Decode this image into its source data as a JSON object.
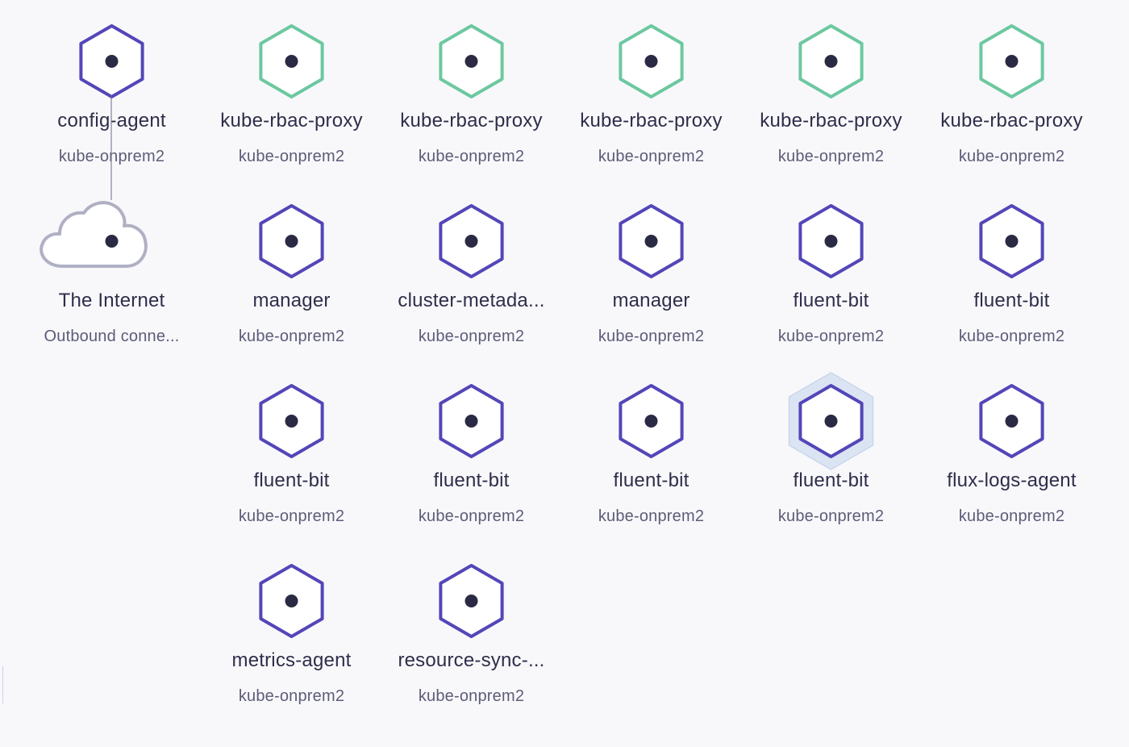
{
  "colors": {
    "purple": "#5346b8",
    "green": "#6cc8a0",
    "cloud": "#b0b0c4",
    "dot": "#2a2a44",
    "highlight": "#dbe4f2",
    "edge": "#6a6a88"
  },
  "nodes": [
    {
      "name": "config-agent",
      "namespace": "kube-onprem2",
      "shape": "hex",
      "color": "purple",
      "icon": "hexagon-icon"
    },
    {
      "name": "kube-rbac-proxy",
      "namespace": "kube-onprem2",
      "shape": "hex",
      "color": "green",
      "icon": "hexagon-icon"
    },
    {
      "name": "kube-rbac-proxy",
      "namespace": "kube-onprem2",
      "shape": "hex",
      "color": "green",
      "icon": "hexagon-icon"
    },
    {
      "name": "kube-rbac-proxy",
      "namespace": "kube-onprem2",
      "shape": "hex",
      "color": "green",
      "icon": "hexagon-icon"
    },
    {
      "name": "kube-rbac-proxy",
      "namespace": "kube-onprem2",
      "shape": "hex",
      "color": "green",
      "icon": "hexagon-icon"
    },
    {
      "name": "kube-rbac-proxy",
      "namespace": "kube-onprem2",
      "shape": "hex",
      "color": "green",
      "icon": "hexagon-icon"
    },
    {
      "name": "The Internet",
      "namespace": "Outbound conne...",
      "shape": "cloud",
      "color": "cloud",
      "icon": "cloud-icon"
    },
    {
      "name": "manager",
      "namespace": "kube-onprem2",
      "shape": "hex",
      "color": "purple",
      "icon": "hexagon-icon"
    },
    {
      "name": "cluster-metada...",
      "namespace": "kube-onprem2",
      "shape": "hex",
      "color": "purple",
      "icon": "hexagon-icon"
    },
    {
      "name": "manager",
      "namespace": "kube-onprem2",
      "shape": "hex",
      "color": "purple",
      "icon": "hexagon-icon"
    },
    {
      "name": "fluent-bit",
      "namespace": "kube-onprem2",
      "shape": "hex",
      "color": "purple",
      "icon": "hexagon-icon"
    },
    {
      "name": "fluent-bit",
      "namespace": "kube-onprem2",
      "shape": "hex",
      "color": "purple",
      "icon": "hexagon-icon"
    },
    {
      "name": "fluent-bit",
      "namespace": "kube-onprem2",
      "shape": "hex",
      "color": "purple",
      "icon": "hexagon-icon"
    },
    {
      "name": "fluent-bit",
      "namespace": "kube-onprem2",
      "shape": "hex",
      "color": "purple",
      "icon": "hexagon-icon"
    },
    {
      "name": "fluent-bit",
      "namespace": "kube-onprem2",
      "shape": "hex",
      "color": "purple",
      "icon": "hexagon-icon"
    },
    {
      "name": "fluent-bit",
      "namespace": "kube-onprem2",
      "shape": "hex",
      "color": "purple",
      "icon": "hexagon-icon",
      "highlighted": true
    },
    {
      "name": "flux-logs-agent",
      "namespace": "kube-onprem2",
      "shape": "hex",
      "color": "purple",
      "icon": "hexagon-icon"
    },
    {
      "name": "metrics-agent",
      "namespace": "kube-onprem2",
      "shape": "hex",
      "color": "purple",
      "icon": "hexagon-icon"
    },
    {
      "name": "resource-sync-...",
      "namespace": "kube-onprem2",
      "shape": "hex",
      "color": "purple",
      "icon": "hexagon-icon"
    }
  ]
}
